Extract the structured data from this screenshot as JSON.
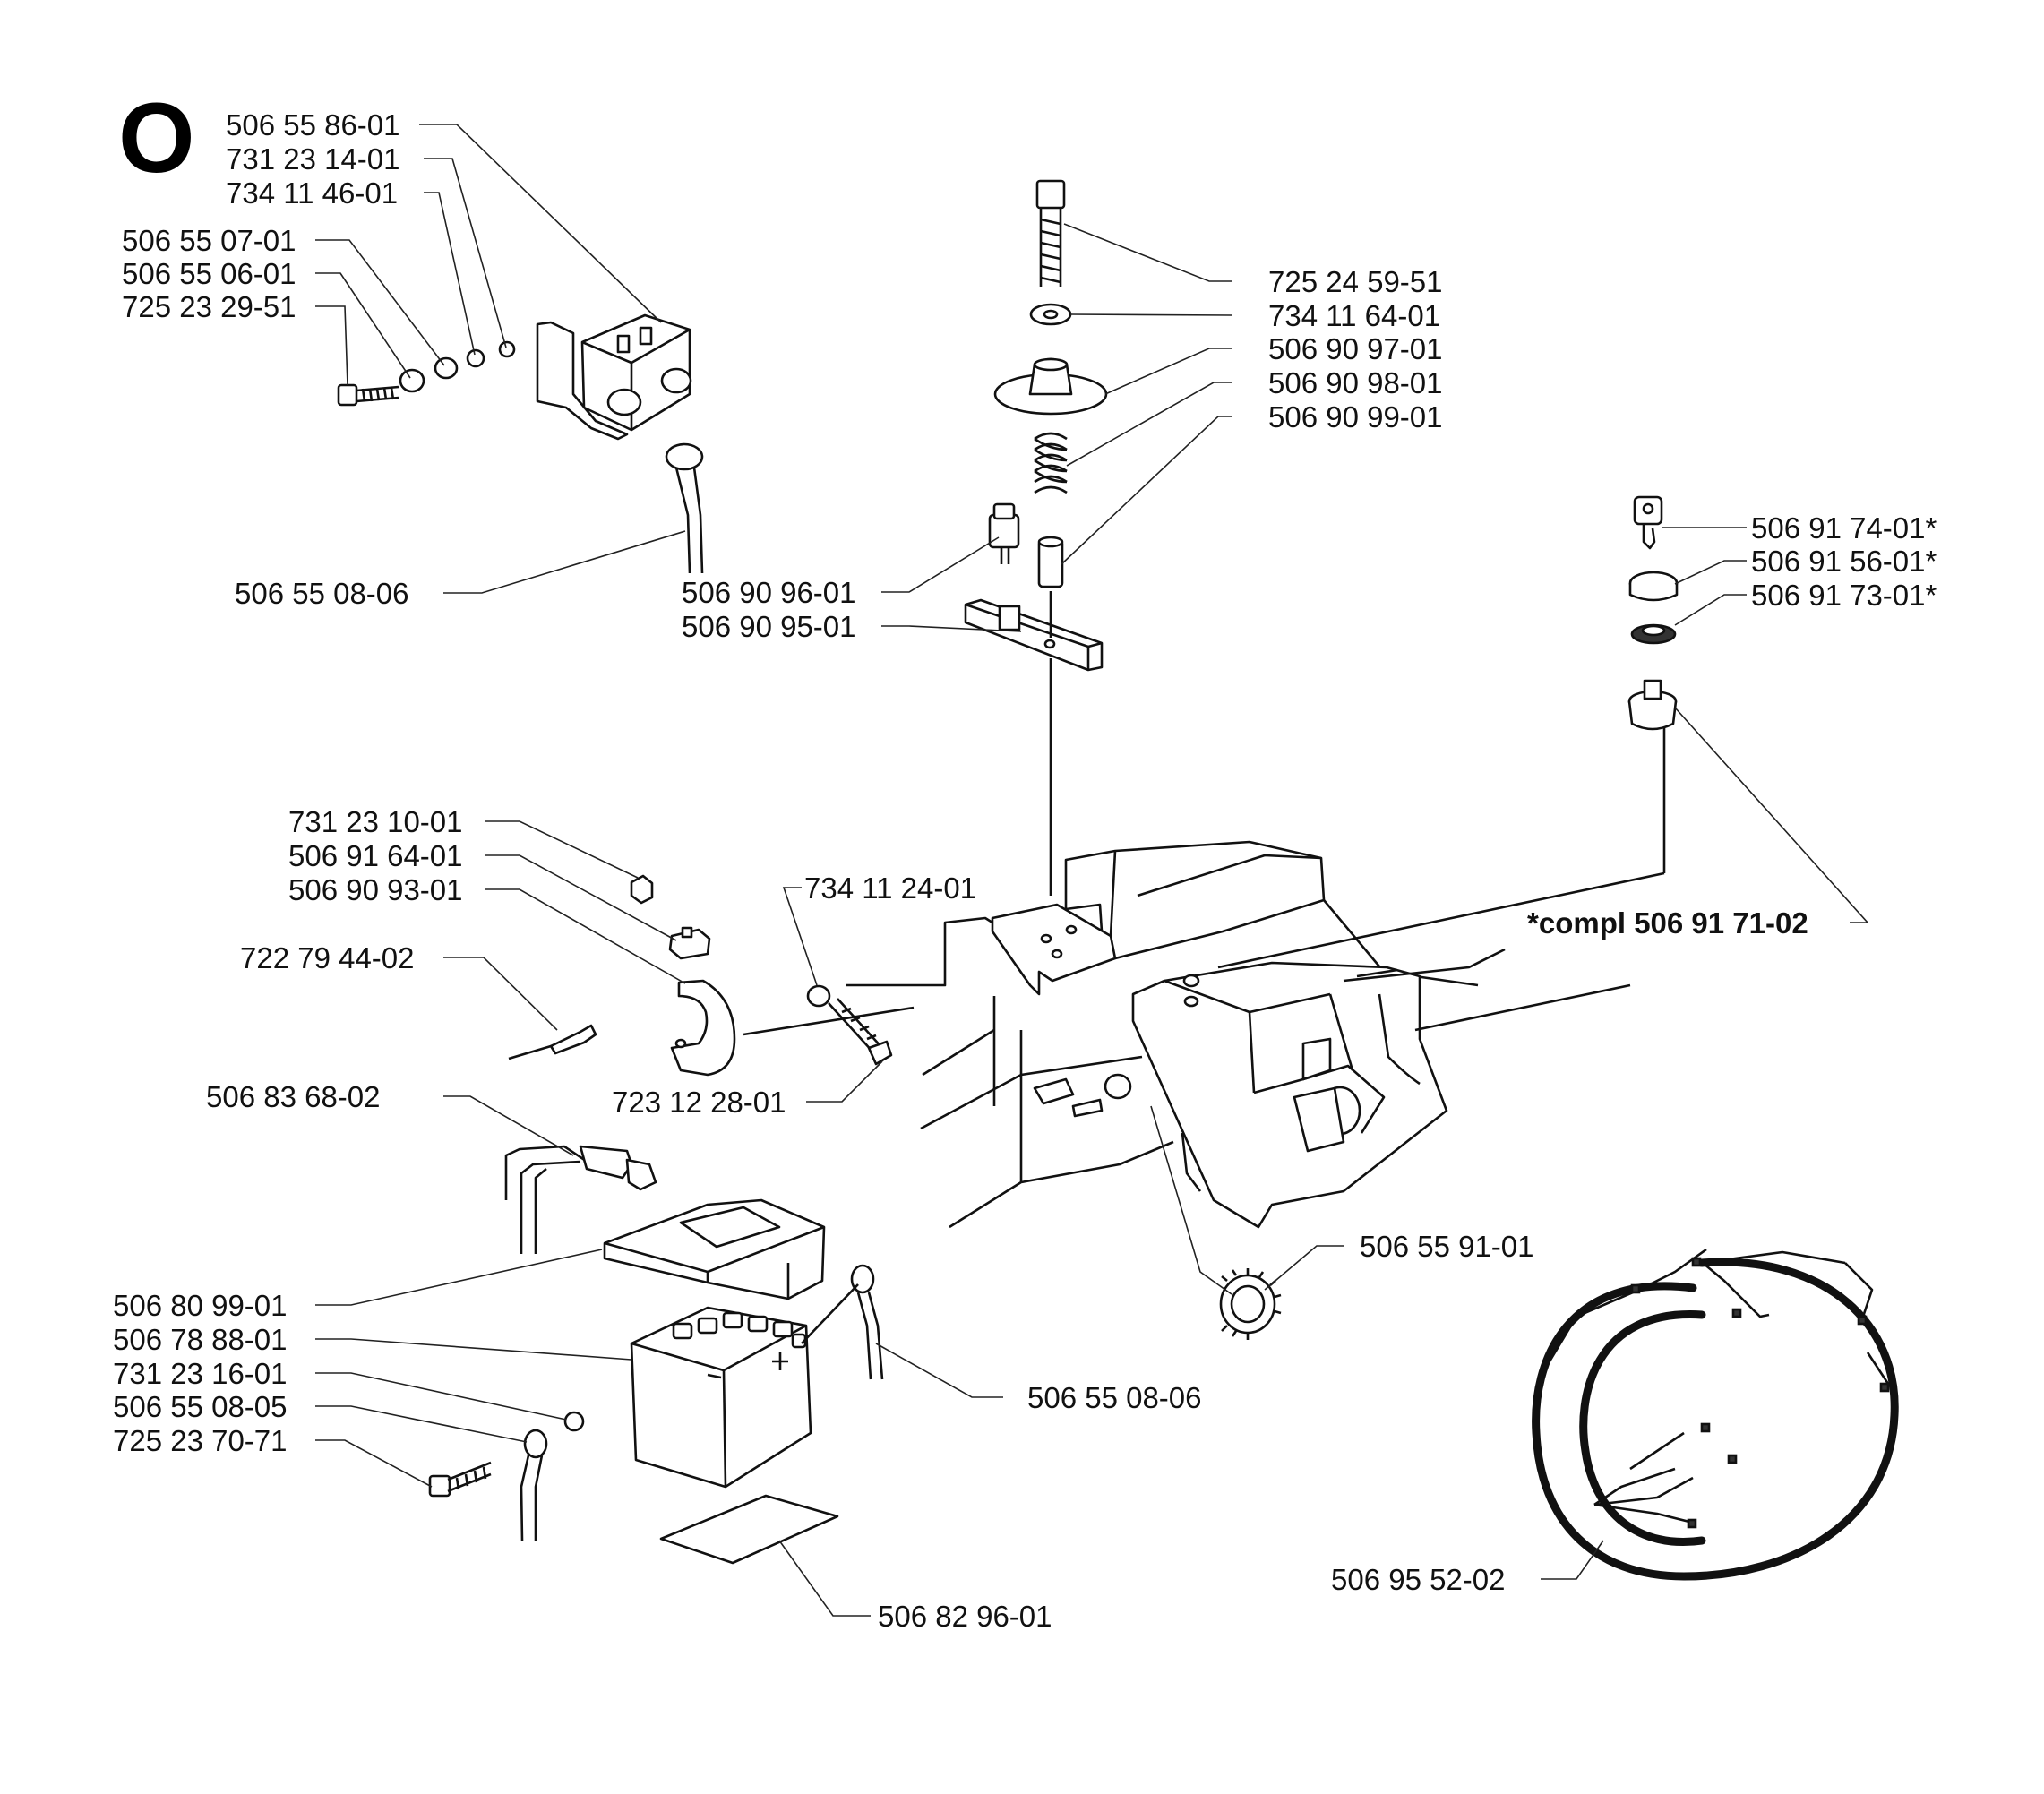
{
  "section_letter": "O",
  "labels": {
    "l1": "506 55 86-01",
    "l2": "731 23 14-01",
    "l3": "734 11 46-01",
    "l4": "506 55 07-01",
    "l5": "506 55 06-01",
    "l6": "725 23 29-51",
    "l7": "506 55 08-06",
    "l8": "725 24 59-51",
    "l9": "734 11 64-01",
    "l10": "506 90 97-01",
    "l11": "506 90 98-01",
    "l12": "506 90 99-01",
    "l13": "506 90 96-01",
    "l14": "506 90 95-01",
    "l15": "506 91 74-01*",
    "l16": "506 91 56-01*",
    "l17": "506 91 73-01*",
    "l18": "*compl 506 91 71-02",
    "l19": "731 23 10-01",
    "l20": "506 91 64-01",
    "l21": "506 90 93-01",
    "l22": "722 79 44-02",
    "l23": "734 11 24-01",
    "l24": "723 12 28-01",
    "l25": "506 83 68-02",
    "l26": "506 55 91-01",
    "l27": "506 80 99-01",
    "l28": "506 78 88-01",
    "l29": "731 23 16-01",
    "l30": "506 55 08-05",
    "l31": "725 23 70-71",
    "l32": "506 55 08-06",
    "l33": "506 82 96-01",
    "l34": "506 95 52-02"
  }
}
